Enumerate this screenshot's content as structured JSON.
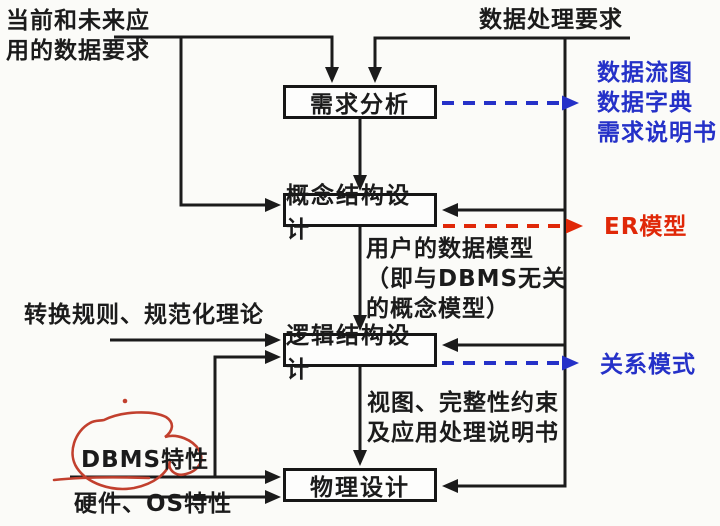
{
  "diagram": {
    "title_hint": "database design process flowchart",
    "inputs": {
      "top_left": [
        "当前和未来应",
        "用的数据要求"
      ],
      "top_right": "数据处理要求",
      "rules": "转换规则、规范化理论",
      "dbms": "DBMS特性",
      "hardware": "硬件、OS特性"
    },
    "boxes": [
      {
        "label": "需求分析"
      },
      {
        "label": "概念结构设计"
      },
      {
        "label": "逻辑结构设计"
      },
      {
        "label": "物理设计"
      }
    ],
    "outputs": {
      "requirement_docs": [
        "数据流图",
        "数据字典",
        "需求说明书"
      ],
      "er_model": "ER模型",
      "relational_schema": "关系模式"
    },
    "annotations": {
      "user_model": [
        "用户的数据模型",
        "（即与DBMS无关",
        "的概念模型）"
      ],
      "views": [
        "视图、完整性约束",
        "及应用处理说明书"
      ]
    },
    "icons": {
      "red_pen_circle": "hand-drawn-red-circle-around-DBMS特性"
    },
    "colors": {
      "line_black": "#1b1b1b",
      "output_blue": "#2531c8",
      "output_red": "#e02808",
      "pen_red": "#c2402e",
      "background": "#fbfbf8"
    }
  }
}
